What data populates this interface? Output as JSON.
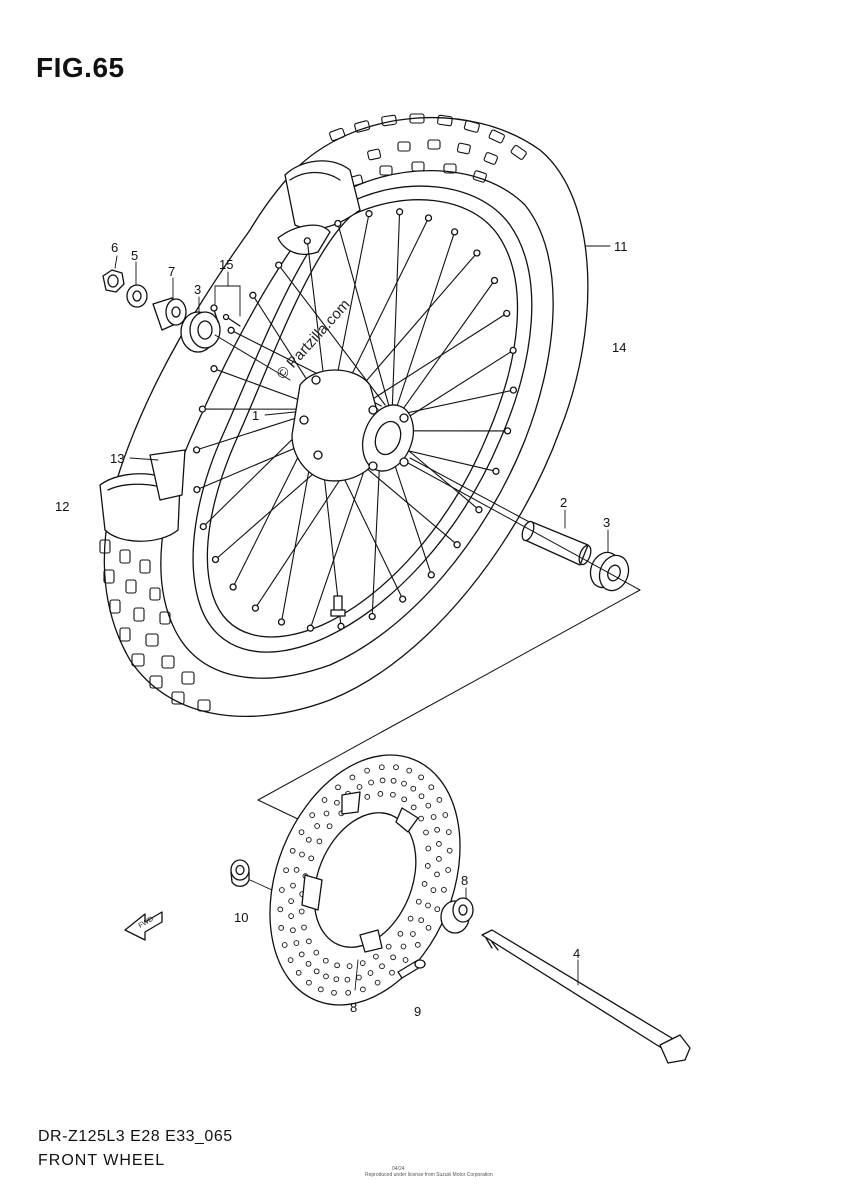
{
  "figure": {
    "title": "FIG.65",
    "watermark": "© Partzilla.com",
    "model_code": "DR-Z125L3 E28 E33_065",
    "assembly_name": "FRONT WHEEL",
    "fwd_label": "FWD",
    "tiny_code": "04/24",
    "tiny_notice": "Reproduced under license from Suzuki Motor Corporation"
  },
  "callouts": [
    {
      "id": "6",
      "label": "6"
    },
    {
      "id": "5",
      "label": "5"
    },
    {
      "id": "7",
      "label": "7"
    },
    {
      "id": "3a",
      "label": "3"
    },
    {
      "id": "15",
      "label": "15"
    },
    {
      "id": "11",
      "label": "11"
    },
    {
      "id": "14",
      "label": "14"
    },
    {
      "id": "1",
      "label": "1"
    },
    {
      "id": "13",
      "label": "13"
    },
    {
      "id": "12",
      "label": "12"
    },
    {
      "id": "2",
      "label": "2"
    },
    {
      "id": "3b",
      "label": "3"
    },
    {
      "id": "8a",
      "label": "8"
    },
    {
      "id": "10",
      "label": "10"
    },
    {
      "id": "4",
      "label": "4"
    },
    {
      "id": "8b",
      "label": "8"
    },
    {
      "id": "9",
      "label": "9"
    }
  ]
}
